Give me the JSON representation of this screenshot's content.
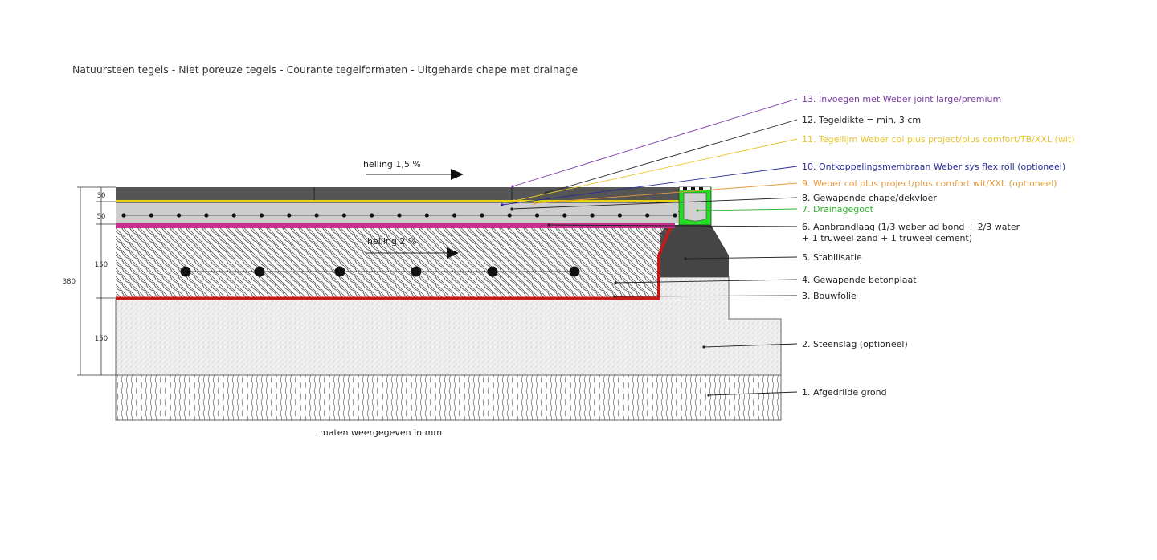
{
  "title": "Natuursteen tegels - Niet poreuze tegels - Courante tegelformaten - Uitgeharde chape met drainage",
  "footer": "maten weergegeven in mm",
  "slopes": {
    "top": "helling 1,5 %",
    "slab": "helling 2 %"
  },
  "dimensions": {
    "total": "380",
    "tile": "30",
    "screed": "50",
    "slab": "150",
    "gravel": "150"
  },
  "labels": [
    {
      "text": "13. Invoegen met Weber joint large/premium",
      "color": "#7a3aa8"
    },
    {
      "text": "12. Tegeldikte = min. 3 cm",
      "color": "#222222"
    },
    {
      "text": "11. Tegellijm Weber col plus project/plus comfort/TB/XXL (wit)",
      "color": "#e6c42a"
    },
    {
      "text": "10. Ontkoppelingsmembraan Weber sys flex roll (optioneel)",
      "color": "#2a2a9a"
    },
    {
      "text": "9. Weber col plus project/plus comfort wit/XXL (optioneel)",
      "color": "#e89a3a"
    },
    {
      "text": "8. Gewapende chape/dekvloer",
      "color": "#222222"
    },
    {
      "text": "7. Drainagegoot",
      "color": "#2fb52f"
    },
    {
      "text": "6. Aanbrandlaag (1/3 weber ad bond + 2/3 water",
      "color": "#222222"
    },
    {
      "text": "+ 1 truweel zand + 1 truweel cement)",
      "color": "#222222"
    },
    {
      "text": "5. Stabilisatie",
      "color": "#222222"
    },
    {
      "text": "4. Gewapende betonplaat",
      "color": "#222222"
    },
    {
      "text": "3. Bouwfolie",
      "color": "#222222"
    },
    {
      "text": "2. Steenslag (optioneel)",
      "color": "#222222"
    },
    {
      "text": "1. Afgedrilde grond",
      "color": "#222222"
    }
  ]
}
